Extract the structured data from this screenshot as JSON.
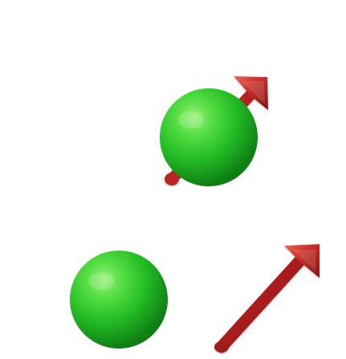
{
  "figure": {
    "colors": {
      "background": "#ffffff",
      "sphere_light": "#98f27a",
      "sphere_mid": "#36c92d",
      "sphere_dark": "#0f7f14",
      "arrow_light": "#e15b4d",
      "arrow_mid": "#b72622",
      "arrow_dark": "#7d1111"
    },
    "items": [
      {
        "kind": "sphere-with-spin-arrow",
        "description_key": "top-atom"
      },
      {
        "kind": "sphere",
        "description_key": "bottom-atom"
      },
      {
        "kind": "arrow",
        "description_key": "bottom-arrow"
      }
    ]
  }
}
